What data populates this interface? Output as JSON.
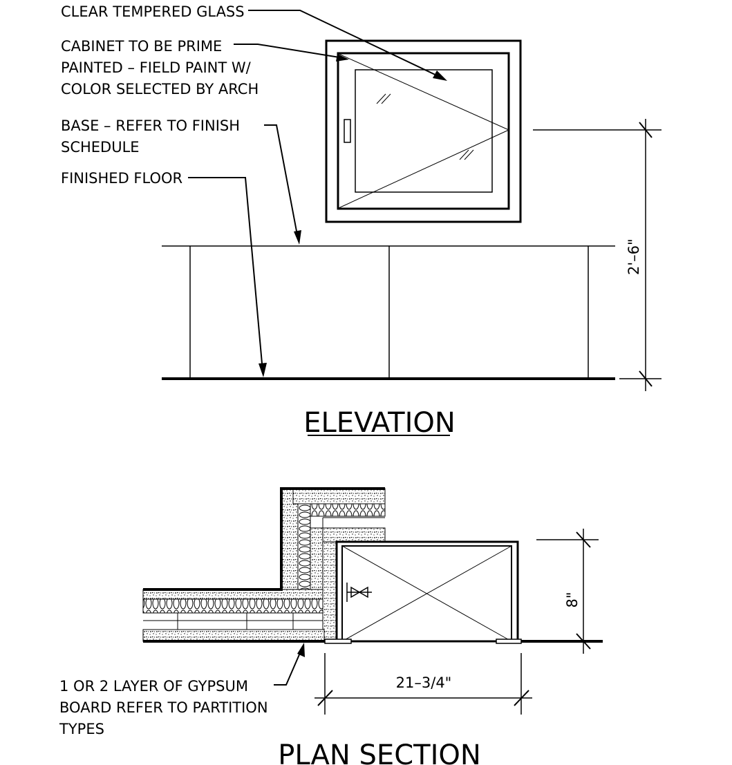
{
  "elevation": {
    "title": "ELEVATION",
    "notes": {
      "glass": "CLEAR TEMPERED GLASS",
      "cabinet": [
        "CABINET TO BE PRIME",
        "PAINTED – FIELD PAINT W/",
        "COLOR SELECTED BY ARCH"
      ],
      "base": [
        "BASE – REFER TO FINISH",
        "SCHEDULE"
      ],
      "floor": "FINISHED FLOOR"
    },
    "dimension": "2'–6\""
  },
  "plan_section": {
    "title": "PLAN SECTION",
    "notes": {
      "gypsum": [
        "1 OR 2 LAYER OF GYPSUM",
        "BOARD REFER TO PARTITION",
        "TYPES"
      ]
    },
    "dimension_width": "21–3/4\"",
    "dimension_depth": "8\""
  }
}
